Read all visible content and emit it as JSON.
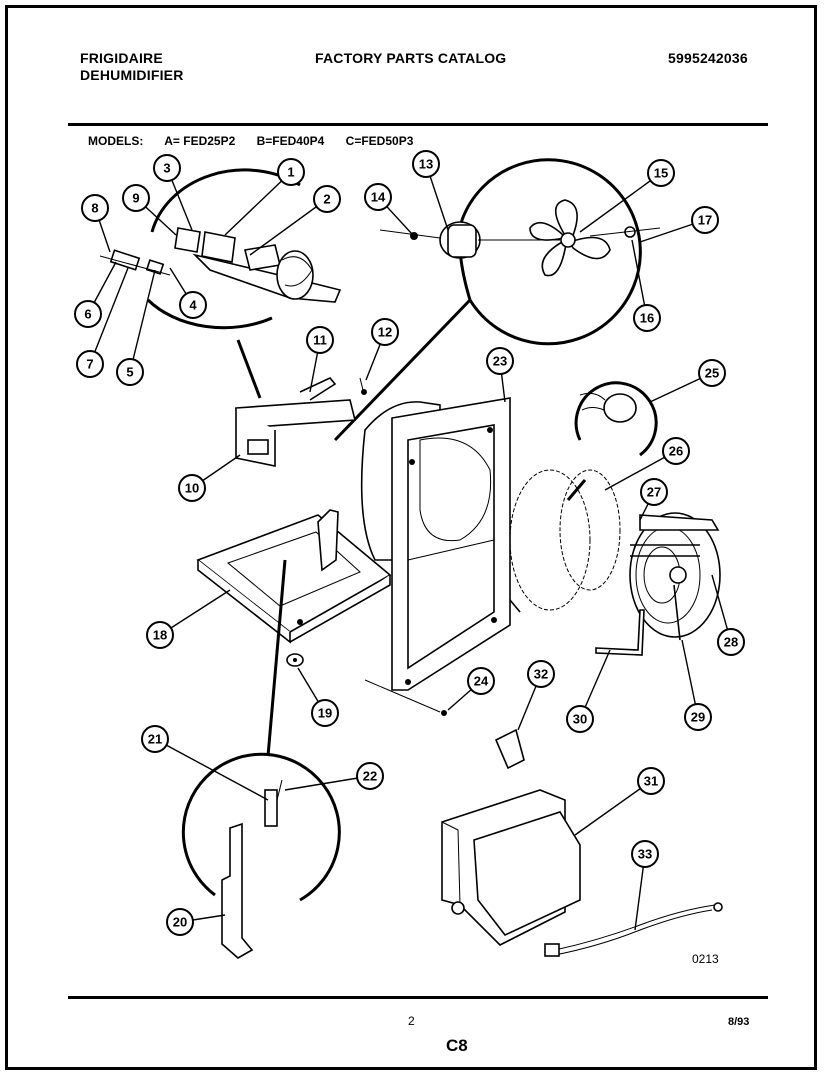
{
  "header": {
    "brand_line1": "FRIGIDAIRE",
    "brand_line2": "DEHUMIDIFIER",
    "catalog_title": "FACTORY PARTS CATALOG",
    "catalog_number": "5995242036"
  },
  "models": {
    "label": "MODELS:",
    "items": [
      "A= FED25P2",
      "B=FED40P4",
      "C=FED50P3"
    ]
  },
  "callouts": [
    "1",
    "2",
    "3",
    "4",
    "5",
    "6",
    "7",
    "8",
    "9",
    "10",
    "11",
    "12",
    "13",
    "14",
    "15",
    "16",
    "17",
    "18",
    "19",
    "20",
    "21",
    "22",
    "23",
    "24",
    "25",
    "26",
    "27",
    "28",
    "29",
    "30",
    "31",
    "32",
    "33"
  ],
  "drawing_code": "0213",
  "footer": {
    "page_number": "2",
    "section_code": "C8",
    "date": "8/93"
  }
}
